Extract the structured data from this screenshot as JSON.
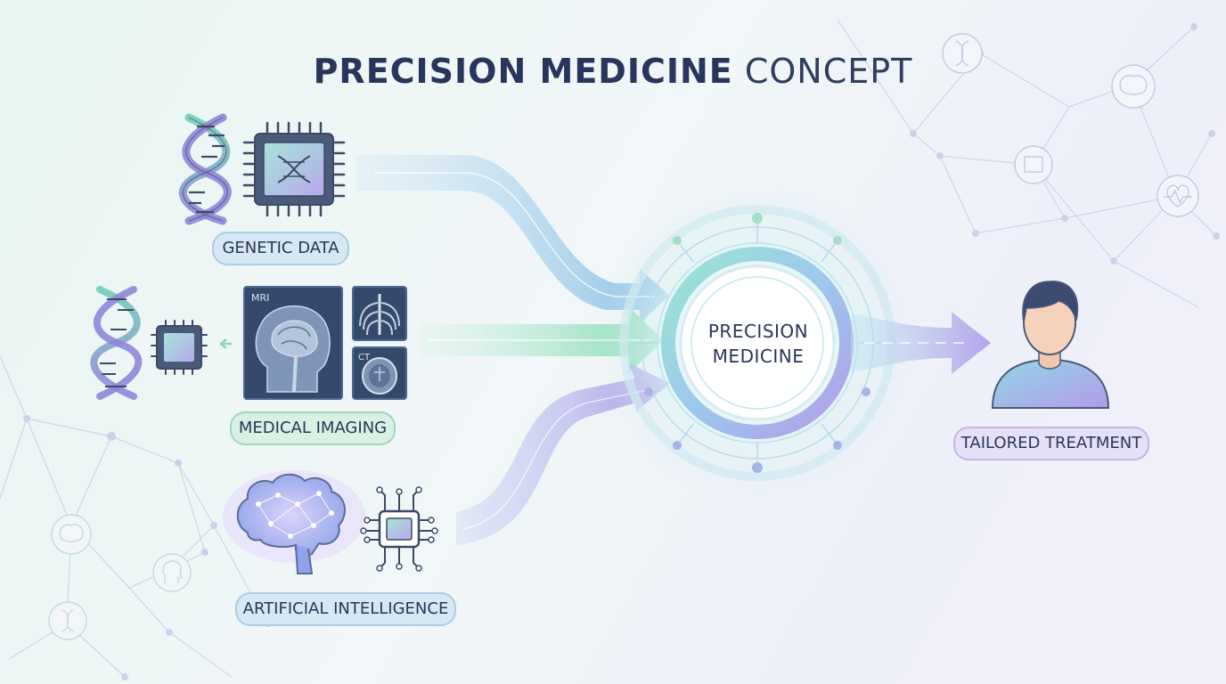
{
  "title": {
    "strong": "PRECISION MEDICINE",
    "light": "CONCEPT"
  },
  "inputs": [
    {
      "label": "GENETIC DATA"
    },
    {
      "label": "MEDICAL IMAGING",
      "scan_labels": [
        "MRI",
        "CT"
      ]
    },
    {
      "label": "ARTIFICIAL INTELLIGENCE"
    }
  ],
  "hub": {
    "line1": "PRECISION",
    "line2": "MEDICINE"
  },
  "output": {
    "label": "TAILORED TREATMENT"
  },
  "colors": {
    "title": "#27365a",
    "blue": "#8fc3e3",
    "green": "#8fdcb8",
    "purple": "#a99ee6",
    "text": "#2a3656"
  }
}
